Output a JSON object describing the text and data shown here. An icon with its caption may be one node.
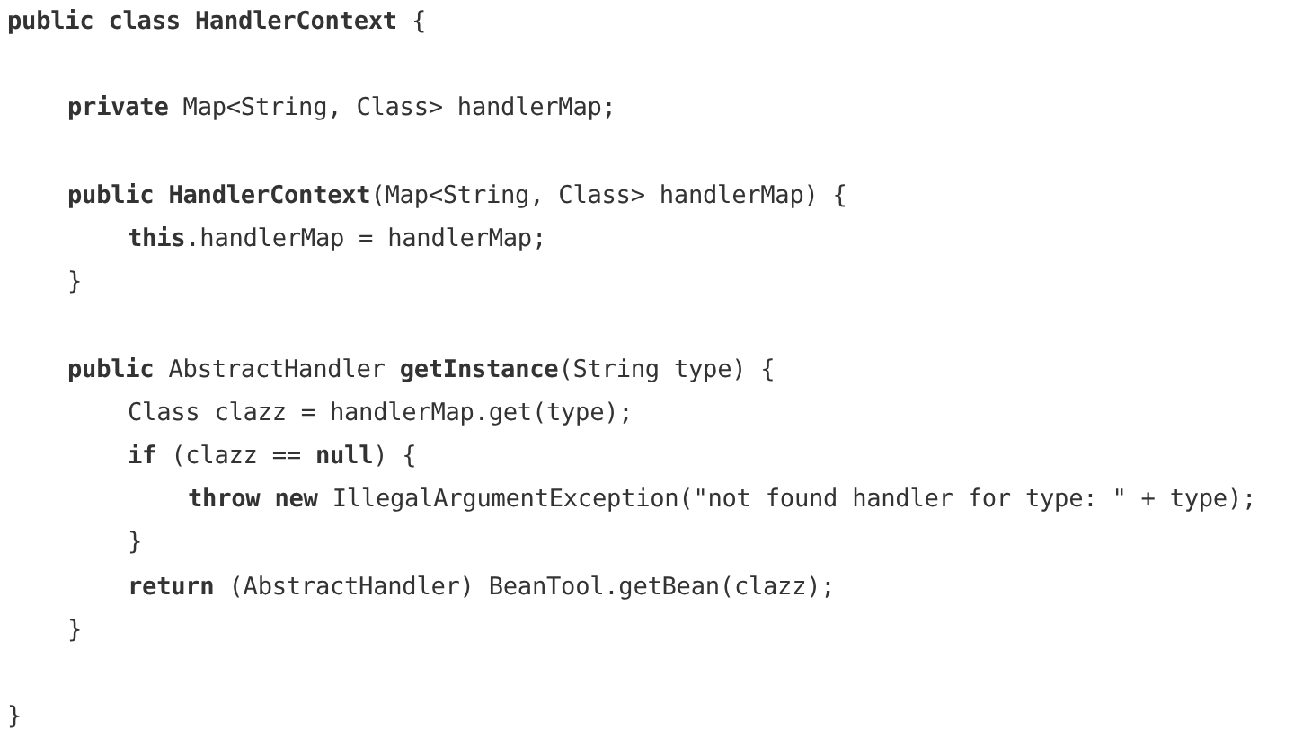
{
  "diagram": {
    "labels": [
      "**public class HandlerContext** {",
      "**private** Map<String, Class> handlerMap;",
      "**public HandlerContext**(Map<String, Class> handlerMap) {",
      "**this**.handlerMap = handlerMap;",
      "}",
      "**public** AbstractHandler **getInstance**(String type) {",
      "Class clazz = handlerMap.get(type);",
      "**if** (clazz == **null**) {",
      "**throw new** IllegalArgumentException(\"not found handler for type: \" + type);",
      "}",
      "**return** (AbstractHandler) BeanTool.getBean(clazz);",
      "}",
      "}"
    ]
  }
}
